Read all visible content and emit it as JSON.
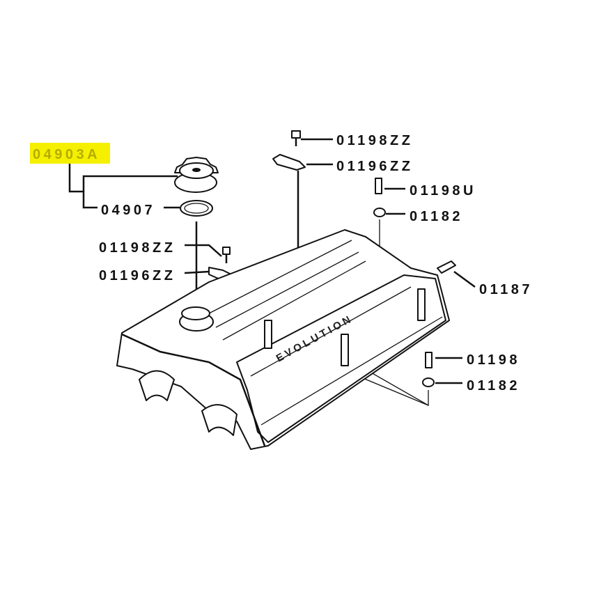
{
  "diagram": {
    "highlight_color": "#f5f000",
    "callouts": [
      {
        "id": "cap-assy",
        "part_no": "04903A",
        "highlighted": true
      },
      {
        "id": "cap-gasket",
        "part_no": "04907"
      },
      {
        "id": "bolt-left",
        "part_no": "01198ZZ"
      },
      {
        "id": "bracket-left",
        "part_no": "01196ZZ"
      },
      {
        "id": "bolt-top",
        "part_no": "01198ZZ"
      },
      {
        "id": "bracket-top",
        "part_no": "01196ZZ"
      },
      {
        "id": "bolt-upper-right",
        "part_no": "01198U"
      },
      {
        "id": "washer-upper-right",
        "part_no": "01182"
      },
      {
        "id": "pin-right",
        "part_no": "01187"
      },
      {
        "id": "bolt-lower-right",
        "part_no": "01198"
      },
      {
        "id": "washer-lower-right",
        "part_no": "01182"
      }
    ],
    "cover_lettering": "EVOLUTION"
  }
}
